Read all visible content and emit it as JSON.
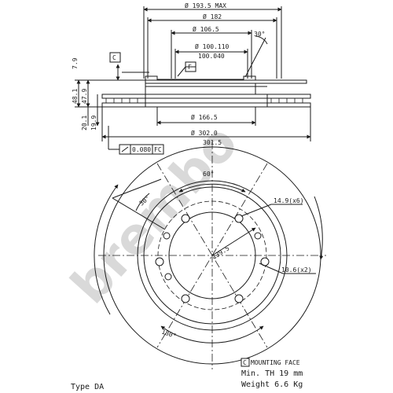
{
  "watermark": "brembo",
  "side_view": {
    "dim_outer_max": "Ø 193.5 MAX",
    "dim_182": "Ø 182",
    "dim_106_5": "Ø 106.5",
    "dim_100_110": "Ø 100.110",
    "dim_100_040": "100.040",
    "angle_30": "30°",
    "datum_c": "C",
    "datum_f": "F",
    "dim_7_9": "7.9",
    "dim_48_1": "48.1",
    "dim_47_9": "47.9",
    "dim_20_1": "20.1",
    "dim_19_9": "19.9",
    "dim_166_5": "Ø 166.5",
    "dim_302_0": "Ø 302.0",
    "dim_301_5": "301.5",
    "tolerance_value": "0.080",
    "tolerance_datum": "FC"
  },
  "front_view": {
    "angle_60": "60°",
    "angle_30": "30°",
    "holes_14_9": "14.9(x6)",
    "pcd_139_5": "139.5",
    "holes_10_6": "10.6(x2)",
    "angle_180": "180°"
  },
  "notes": {
    "mounting_face_box": "C",
    "mounting_face": "MOUNTING FACE",
    "min_th": "Min. TH  19  mm",
    "weight": "Weight  6.6 Kg",
    "type": "Type DA"
  }
}
